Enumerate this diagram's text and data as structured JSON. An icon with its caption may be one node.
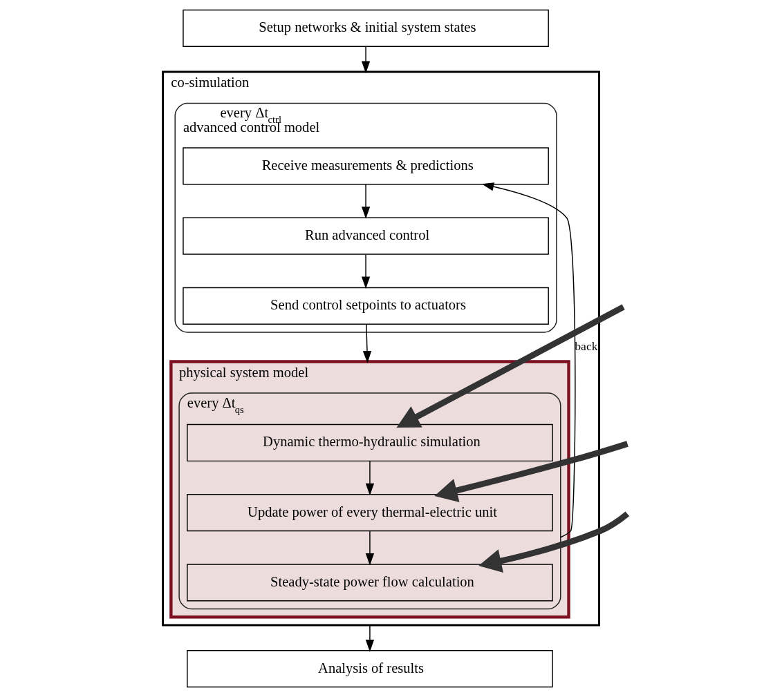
{
  "diagram": {
    "nodes": [
      {
        "text": [
          "Setup networks & initial system states"
        ]
      },
      {
        "text": [
          "co-simulation"
        ]
      },
      {
        "text": [
          "every Δt$_{ctrl}$",
          "advanced control model"
        ],
        "in": 1
      },
      {
        "text": [
          "Receive measurements & predictions"
        ],
        "in": 2
      },
      {
        "text": [
          "Run advanced control"
        ],
        "in": 2
      },
      {
        "text": [
          "Send control setpoints to actuators"
        ],
        "in": 2
      },
      {
        "text": [
          "physical system model"
        ],
        "in": 1
      },
      {
        "text": [
          "every Δt$_{qs}$"
        ],
        "in": 6
      },
      {
        "text": [
          "Dynamic thermo-hydraulic simulation"
        ],
        "in": 7
      },
      {
        "text": [
          "Update power of every thermal-electric unit"
        ],
        "in": 7
      },
      {
        "text": [
          "Steady-state power flow calculation"
        ],
        "in": 7
      },
      {
        "text": [
          "Analysis of results"
        ]
      }
    ],
    "edges": [
      {
        "from": 0,
        "to": 1,
        "arrow": "to"
      },
      {
        "from": 3,
        "to": 4,
        "arrow": "to"
      },
      {
        "from": 4,
        "to": 5,
        "arrow": "to"
      },
      {
        "from": 5,
        "to": 6,
        "arrow": "to"
      },
      {
        "from": 8,
        "to": 9,
        "arrow": "to"
      },
      {
        "from": 9,
        "to": 10,
        "arrow": "to"
      },
      {
        "from": 7,
        "to": 3,
        "arrow": "to",
        "label": "back"
      },
      {
        "from": 1,
        "to": 11,
        "arrow": "to"
      },
      {
        "from": null,
        "to": 8,
        "arrow": "to",
        "style": "thick"
      },
      {
        "from": null,
        "to": 9,
        "arrow": "to",
        "style": "thick"
      },
      {
        "from": null,
        "to": 10,
        "arrow": "to",
        "style": "thick"
      }
    ]
  }
}
